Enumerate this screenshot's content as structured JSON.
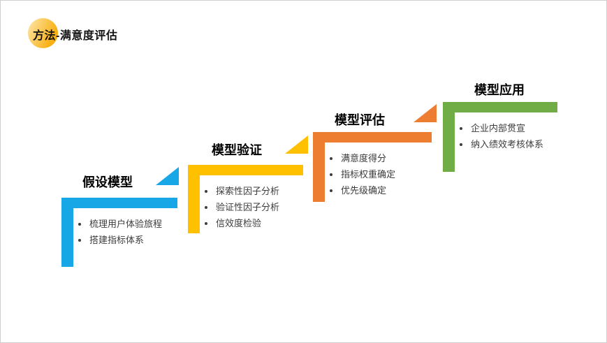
{
  "header": {
    "title": "方法-满意度评估",
    "badge_color_from": "#FCDF96",
    "badge_color_to": "#F9B013"
  },
  "steps": [
    {
      "title": "假设模型",
      "color": "#18A7E6",
      "bullets": [
        "梳理用户体验旅程",
        "搭建指标体系"
      ],
      "has_arrow": true
    },
    {
      "title": "模型验证",
      "color": "#FFC000",
      "bullets": [
        "探索性因子分析",
        "验证性因子分析",
        "信效度检验"
      ],
      "has_arrow": true
    },
    {
      "title": "模型评估",
      "color": "#ED7D31",
      "bullets": [
        "满意度得分",
        "指标权重确定",
        "优先级确定"
      ],
      "has_arrow": true
    },
    {
      "title": "模型应用",
      "color": "#70AD47",
      "bullets": [
        "企业内部贯宣",
        "纳入绩效考核体系"
      ],
      "has_arrow": false
    }
  ]
}
